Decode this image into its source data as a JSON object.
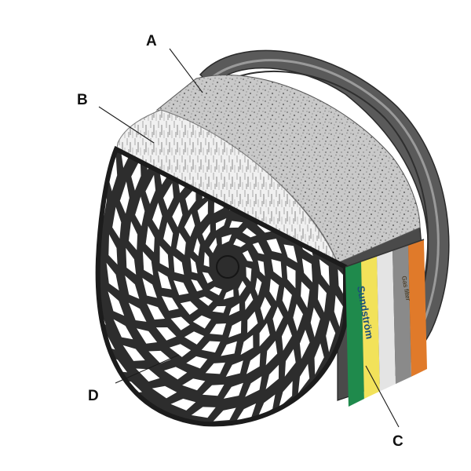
{
  "callouts": {
    "a": "A",
    "b": "B",
    "c": "C",
    "d": "D"
  },
  "band": {
    "brand": "Sundström",
    "type": "Gas filter",
    "colors": [
      "#1f8a4c",
      "#f2e25a",
      "#e4e4e4",
      "#8a8a8a",
      "#e07a2a"
    ]
  },
  "colors": {
    "grille": "#2d2d2d",
    "housing": "#4a4a4a",
    "rim": "#5a5a5a",
    "prefilter": "#ededed",
    "carbon": "#c4c4c4"
  }
}
